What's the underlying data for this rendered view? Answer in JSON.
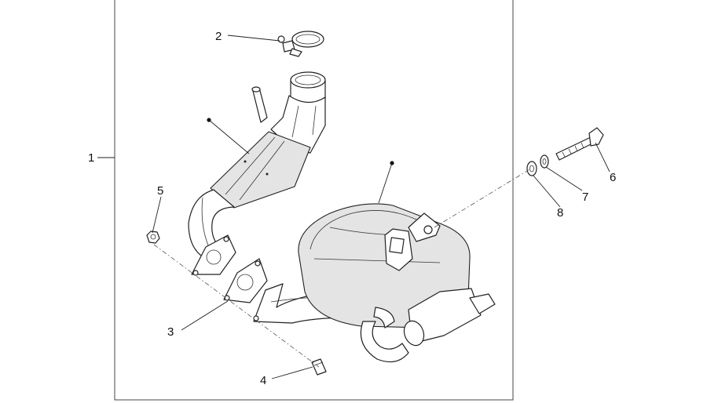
{
  "callouts": {
    "c1": "1",
    "c2": "2",
    "c3": "3",
    "c4": "4",
    "c5": "5",
    "c6": "6",
    "c7": "7",
    "c8": "8"
  },
  "colors": {
    "line": "#222222",
    "shade": "#e4e4e4",
    "background": "#ffffff"
  }
}
